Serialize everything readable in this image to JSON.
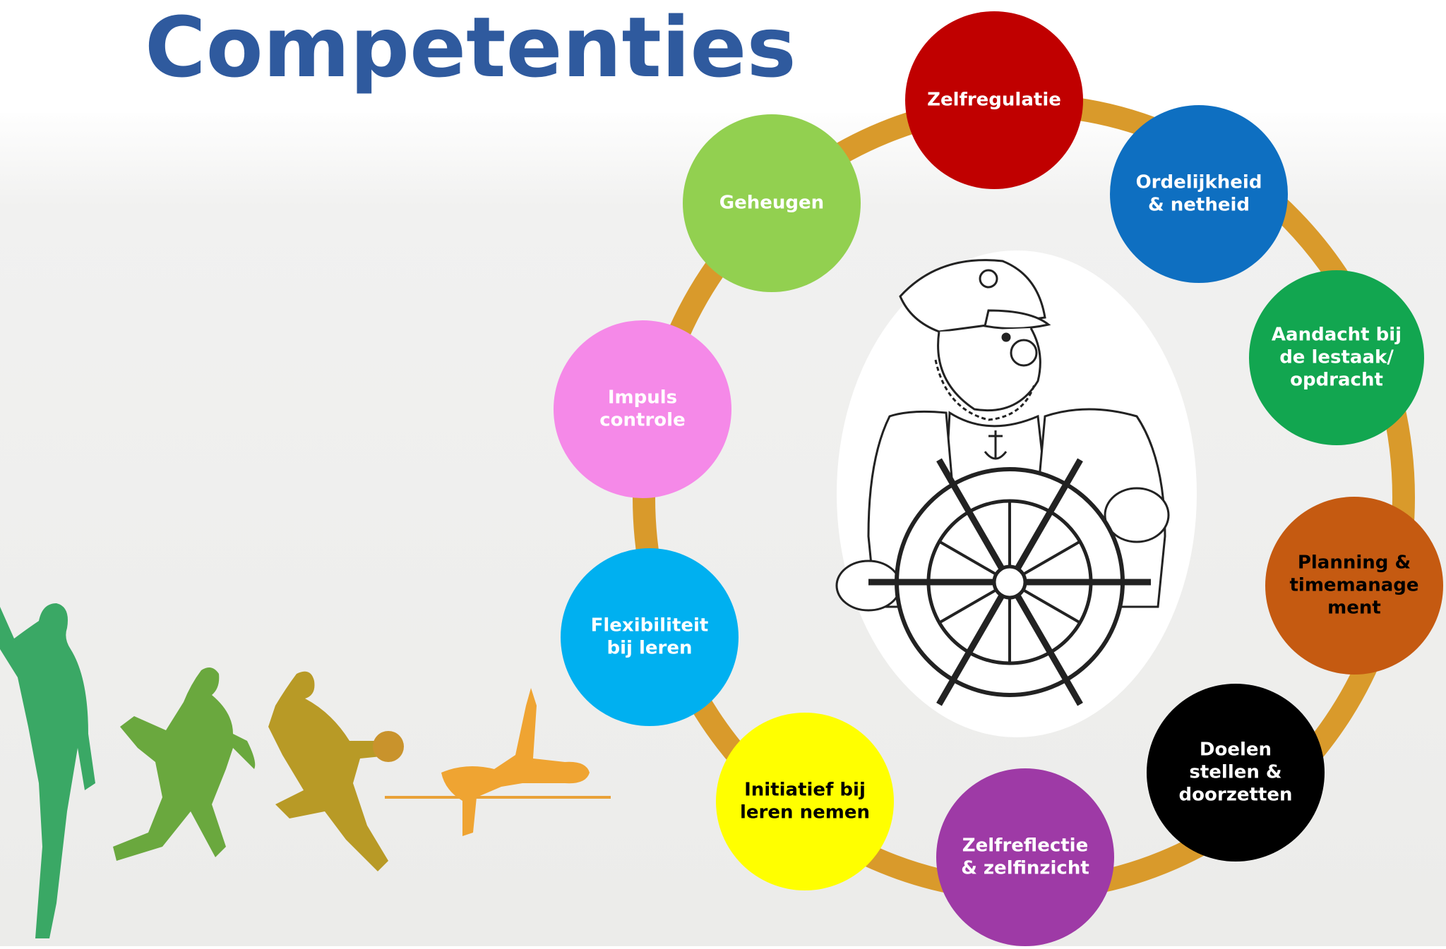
{
  "title": "Competenties",
  "colors": {
    "title": "#2f5a9e",
    "ring": "#d99a2b"
  },
  "nodes": [
    {
      "id": "zelfregulatie",
      "lines": [
        "Zelfregulatie"
      ],
      "color": "#c00000",
      "text_color": "#ffffff"
    },
    {
      "id": "ordelijkheid",
      "lines": [
        "Ordelijkheid",
        "& netheid"
      ],
      "color": "#0e6fc1",
      "text_color": "#ffffff"
    },
    {
      "id": "aandacht",
      "lines": [
        "Aandacht bij",
        "de lestaak/",
        "opdracht"
      ],
      "color": "#12a650",
      "text_color": "#ffffff"
    },
    {
      "id": "planning",
      "lines": [
        "Planning &",
        "timemanage",
        "ment"
      ],
      "color": "#c55a11",
      "text_color": "#000000"
    },
    {
      "id": "doelen",
      "lines": [
        "Doelen",
        "stellen &",
        "doorzetten"
      ],
      "color": "#000000",
      "text_color": "#ffffff"
    },
    {
      "id": "zelfreflectie",
      "lines": [
        "Zelfreflectie",
        "& zelfinzicht"
      ],
      "color": "#9e3aa6",
      "text_color": "#ffffff"
    },
    {
      "id": "initiatief",
      "lines": [
        "Initiatief bij",
        "leren nemen"
      ],
      "color": "#ffff00",
      "text_color": "#000000"
    },
    {
      "id": "flexibiliteit",
      "lines": [
        "Flexibiliteit",
        "bij leren"
      ],
      "color": "#00b0f0",
      "text_color": "#ffffff"
    },
    {
      "id": "impuls",
      "lines": [
        "Impuls",
        "controle"
      ],
      "color": "#f589e8",
      "text_color": "#ffffff"
    },
    {
      "id": "geheugen",
      "lines": [
        "Geheugen"
      ],
      "color": "#92d050",
      "text_color": "#ffffff"
    }
  ],
  "illustrations": {
    "center": "captain-steering-wheel-drawing",
    "left": "athlete-silhouettes"
  }
}
